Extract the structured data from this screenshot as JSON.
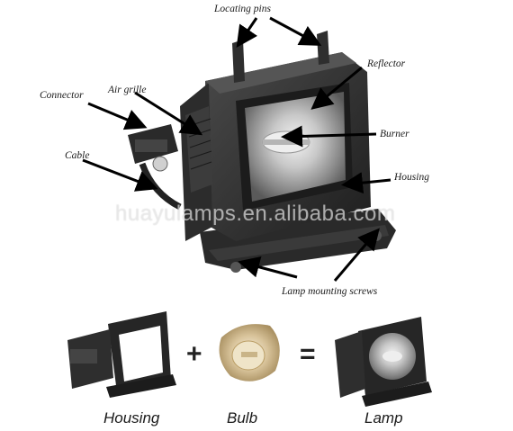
{
  "labels": {
    "locating_pins": "Locating pins",
    "reflector": "Reflector",
    "connector": "Connector",
    "air_grille": "Air grille",
    "burner": "Burner",
    "cable": "Cable",
    "housing": "Housing",
    "lamp_mounting_screws": "Lamp mounting screws"
  },
  "watermark": "huayulamps.en.alibaba.com",
  "equation": {
    "housing": "Housing",
    "bulb": "Bulb",
    "lamp": "Lamp",
    "plus": "+",
    "equals": "="
  }
}
